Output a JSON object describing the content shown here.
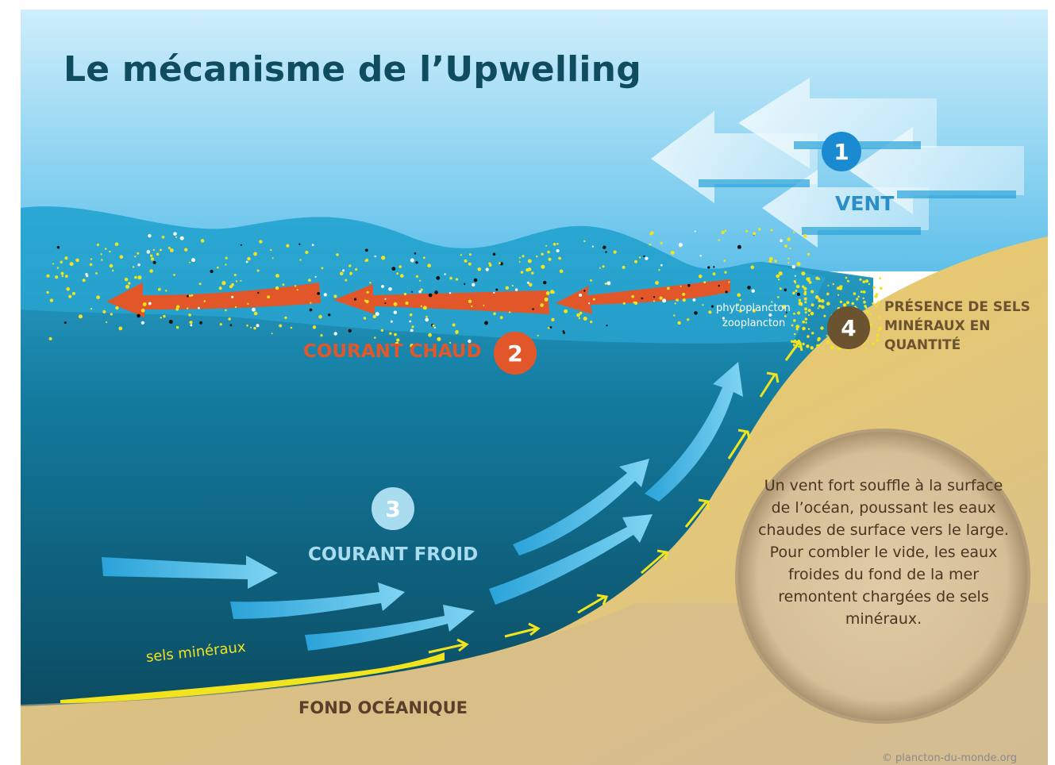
{
  "title": "Le mécanisme de l’Upwelling",
  "steps": {
    "step1": {
      "number": "1",
      "label": "VENT"
    },
    "step2": {
      "number": "2",
      "label": "COURANT CHAUD"
    },
    "step3": {
      "number": "3",
      "label": "COURANT FROID"
    },
    "step4": {
      "number": "4",
      "label": "PRÉSENCE DE SELS MINÉRAUX EN QUANTITÉ"
    }
  },
  "labels": {
    "phytoplancton": "phytoplancton",
    "zooplancton": "zooplancton",
    "sels_mineraux": "sels minéraux",
    "fond_oceanique": "FOND OCÉANIQUE"
  },
  "explanation": "Un vent fort souffle à la surface de l’océan, poussant les eaux chaudes de surface vers le large. Pour combler le vide, les eaux froides du fond de la mer remontent chargées de sels minéraux.",
  "credit": "© plancton-du-monde.org",
  "colors": {
    "sky": "#bfe5f5",
    "ocean_surface": "#2a9fc9",
    "ocean_deep": "#0b4e63",
    "seabed": "#cdb593",
    "beach": "#f0d35a",
    "warm_current": "#e2572a",
    "cold_current": "#5ec6ee",
    "minerals": "#f1e41f",
    "title": "#0f4d5e"
  }
}
